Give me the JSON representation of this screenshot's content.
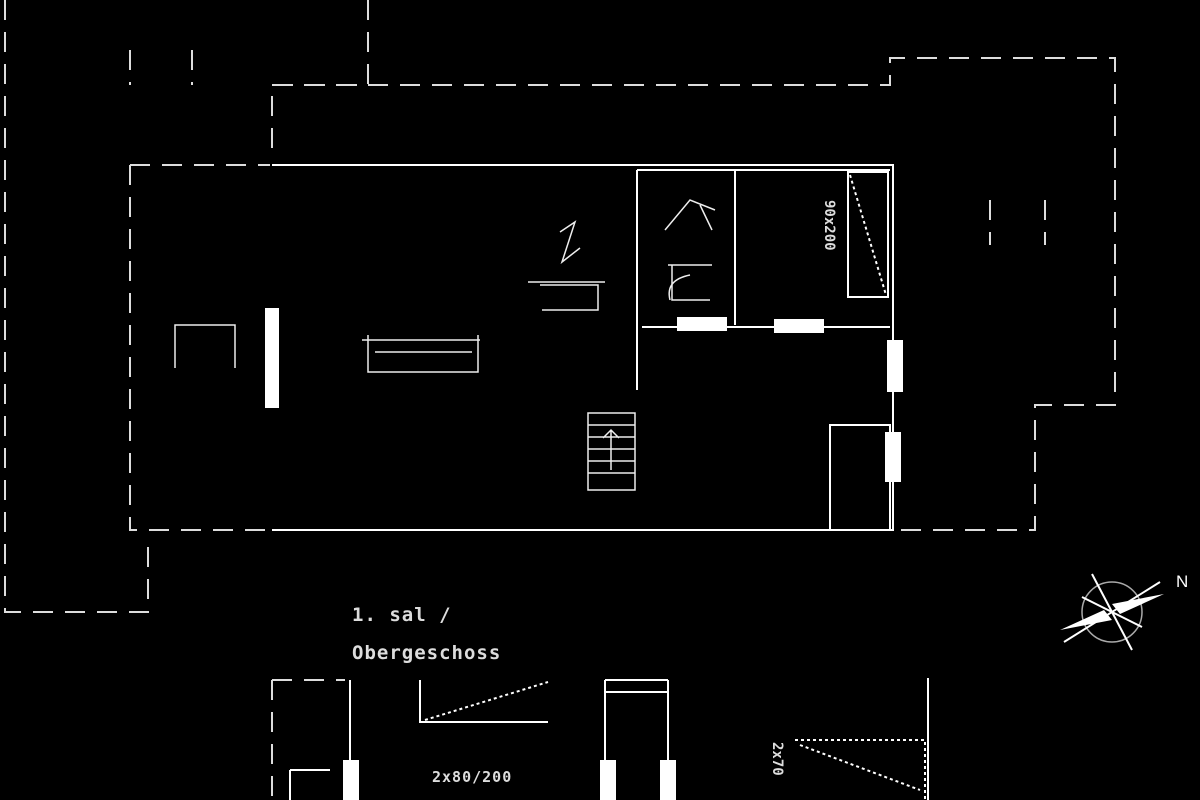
{
  "floor_label": {
    "line1": "1. sal /",
    "line2": "Obergeschoss"
  },
  "bed_labels": {
    "upper_room": "90x200",
    "lower_left": "2x80/200",
    "lower_right": "2x70"
  },
  "compass": {
    "north_label": "N"
  },
  "colors": {
    "background": "#000000",
    "lines": "#ffffff"
  }
}
